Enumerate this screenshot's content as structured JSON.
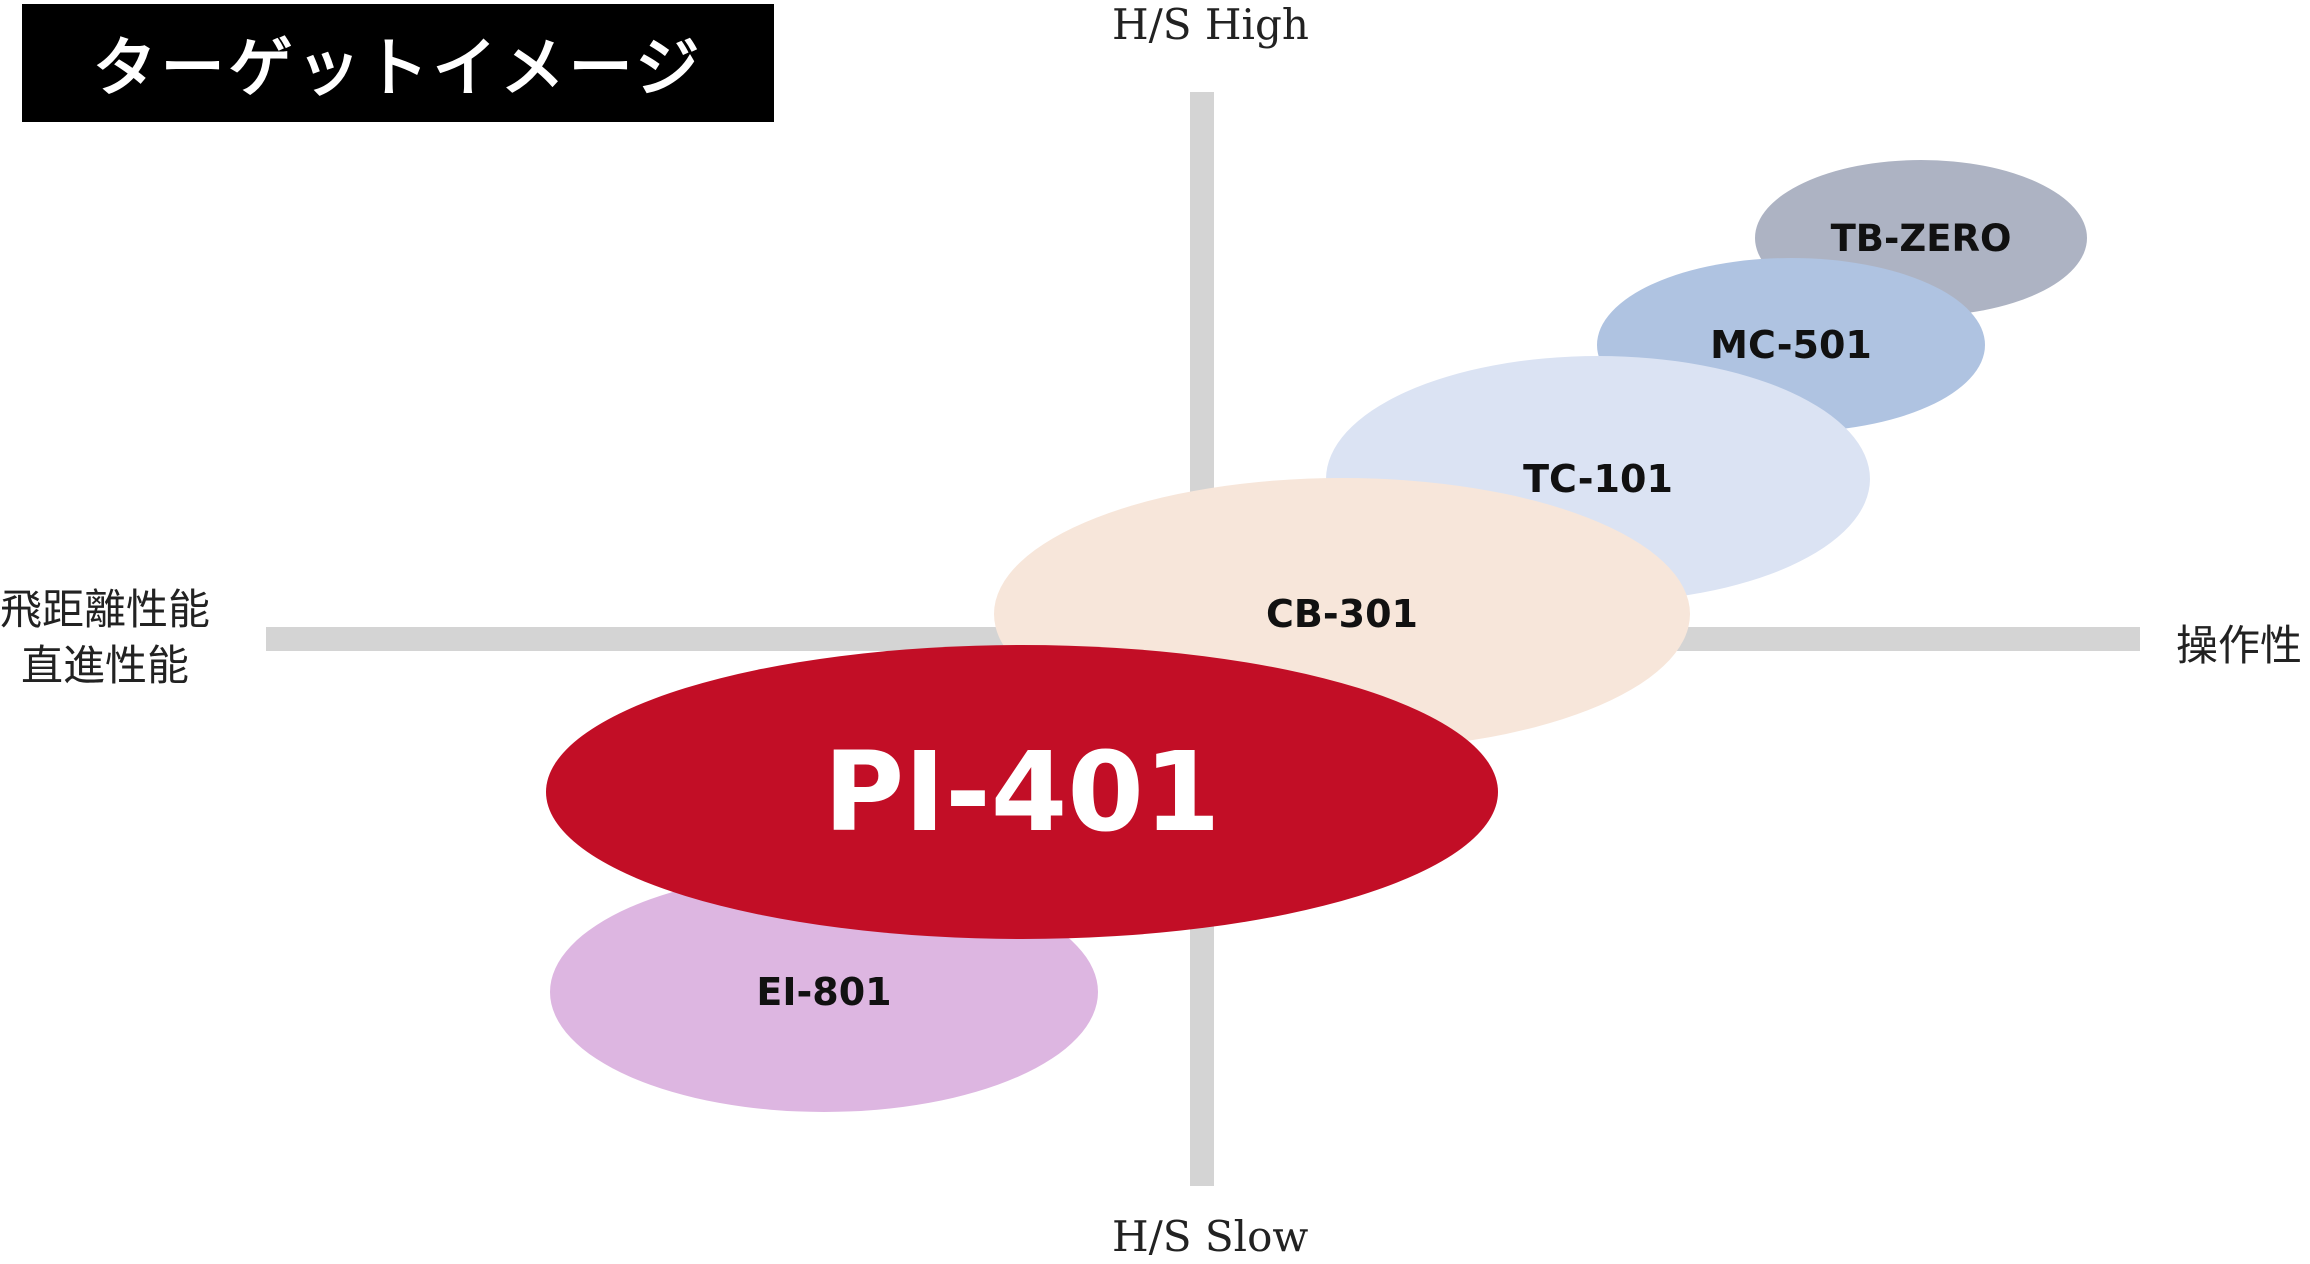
{
  "title": "ターゲットイメージ",
  "axes": {
    "top": "H/S  High",
    "bottom": "H/S  Slow",
    "left": [
      "飛距離性能",
      "直進性能"
    ],
    "right": "操作性"
  },
  "ellipses": [
    {
      "id": "tb-zero",
      "label": "TB-ZERO",
      "color": "#adb3c3"
    },
    {
      "id": "mc-501",
      "label": "MC-501",
      "color": "#afc3e1"
    },
    {
      "id": "tc-101",
      "label": "TC-101",
      "color": "#dbe3f3"
    },
    {
      "id": "cb-301",
      "label": "CB-301",
      "color": "#f7e6da"
    },
    {
      "id": "ei-801",
      "label": "EI-801",
      "color": "#ddb6e1"
    },
    {
      "id": "pi-401",
      "label": "PI-401",
      "color": "#c20e26"
    }
  ]
}
